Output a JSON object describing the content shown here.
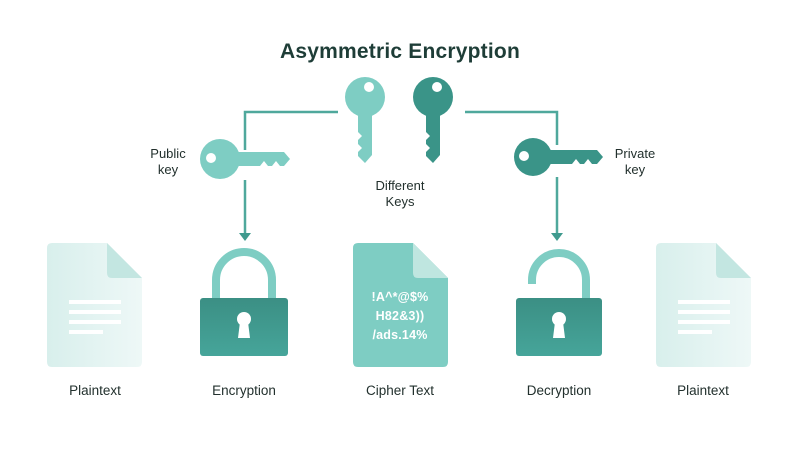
{
  "title": "Asymmetric Encryption",
  "keys": {
    "public_label_line1": "Public",
    "public_label_line2": "key",
    "private_label_line1": "Private",
    "private_label_line2": "key",
    "different_line1": "Different",
    "different_line2": "Keys"
  },
  "stages": [
    {
      "label": "Plaintext",
      "icon": "document-icon"
    },
    {
      "label": "Encryption",
      "icon": "lock-closed-icon"
    },
    {
      "label": "Cipher Text",
      "icon": "cipher-document-icon"
    },
    {
      "label": "Decryption",
      "icon": "lock-open-icon"
    },
    {
      "label": "Plaintext",
      "icon": "document-icon"
    }
  ],
  "cipher_text": [
    "!A^*@$%",
    "H82&3))",
    "/ads.14%"
  ],
  "colors": {
    "light_teal": "#7ecdc3",
    "dark_teal": "#3a9488",
    "connector": "#4fa89c",
    "doc_light": "#e3f3f1",
    "title": "#1e3d37"
  }
}
